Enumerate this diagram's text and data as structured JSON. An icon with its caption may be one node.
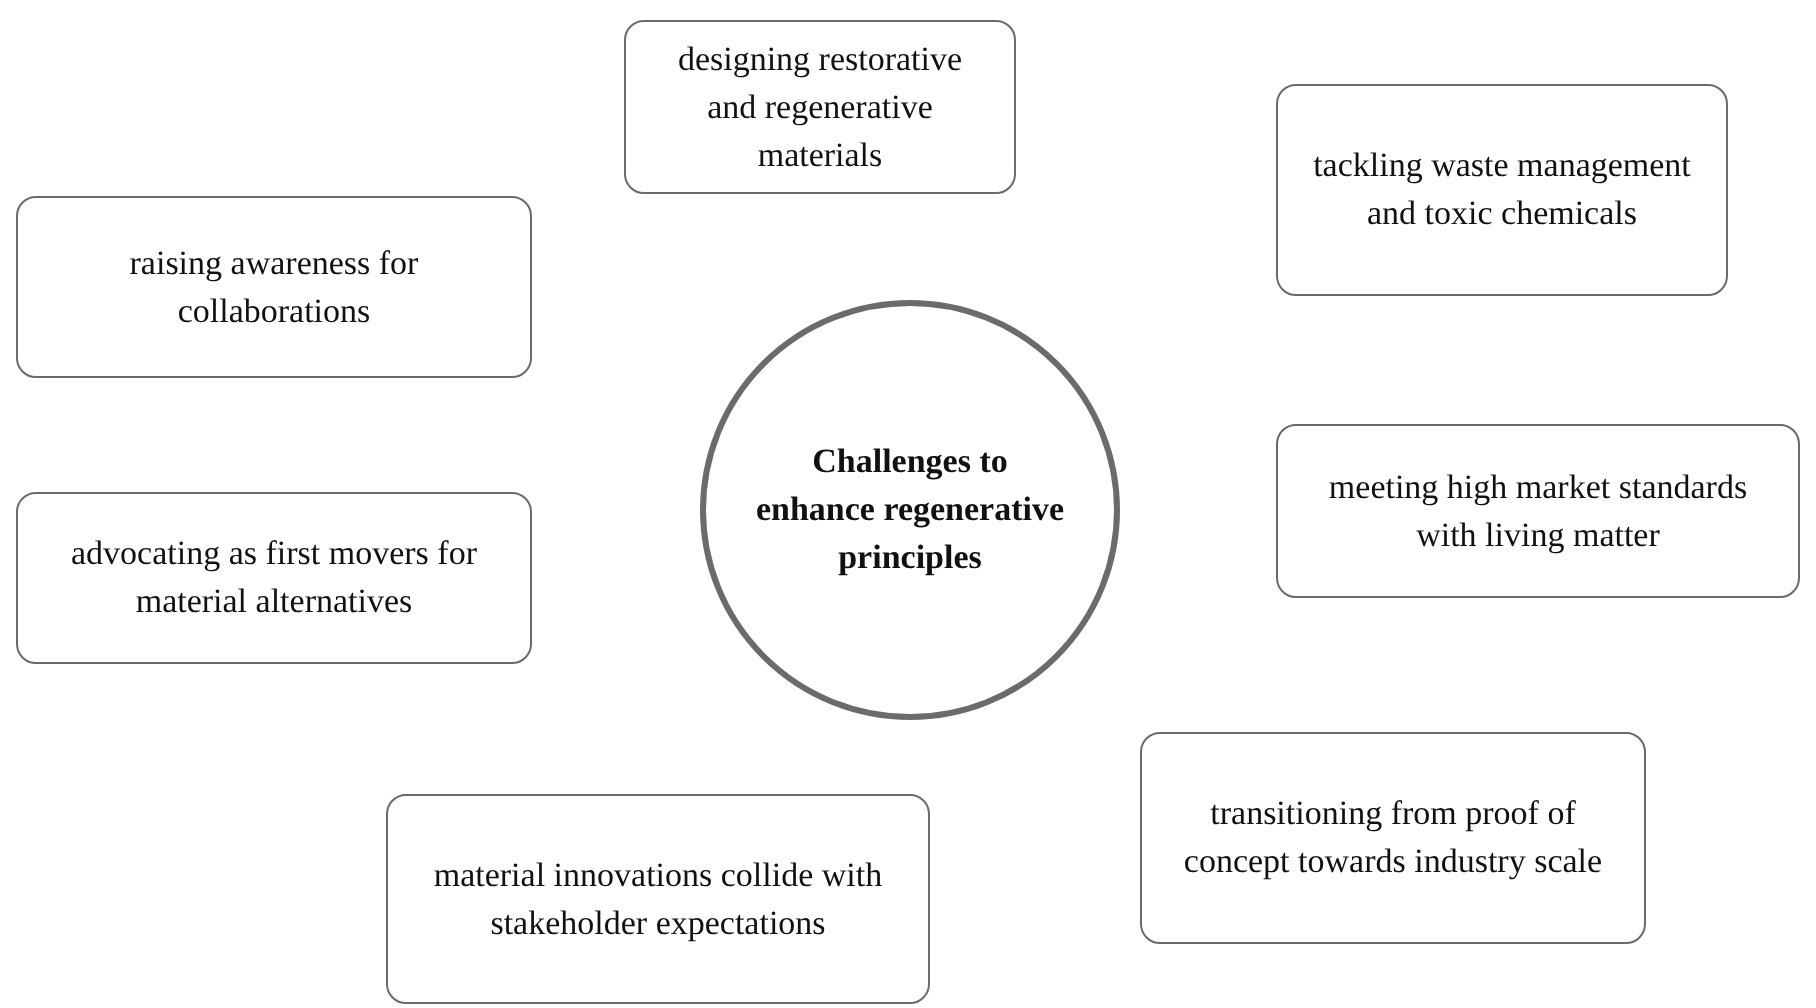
{
  "diagram": {
    "nodes": [
      {
        "text": [
          "designing restorative and regenerative materials"
        ]
      },
      {
        "text": [
          "tackling waste management and toxic chemicals"
        ]
      },
      {
        "text": [
          "raising awareness for collaborations"
        ]
      },
      {
        "text": [
          "Challenges to enhance regenerative principles"
        ]
      },
      {
        "text": [
          "meeting high market standards with living matter"
        ]
      },
      {
        "text": [
          "advocating as first movers for material alternatives"
        ]
      },
      {
        "text": [
          "transitioning from proof of concept towards industry scale"
        ]
      },
      {
        "text": [
          "material innovations collide with stakeholder expectations"
        ]
      }
    ]
  }
}
